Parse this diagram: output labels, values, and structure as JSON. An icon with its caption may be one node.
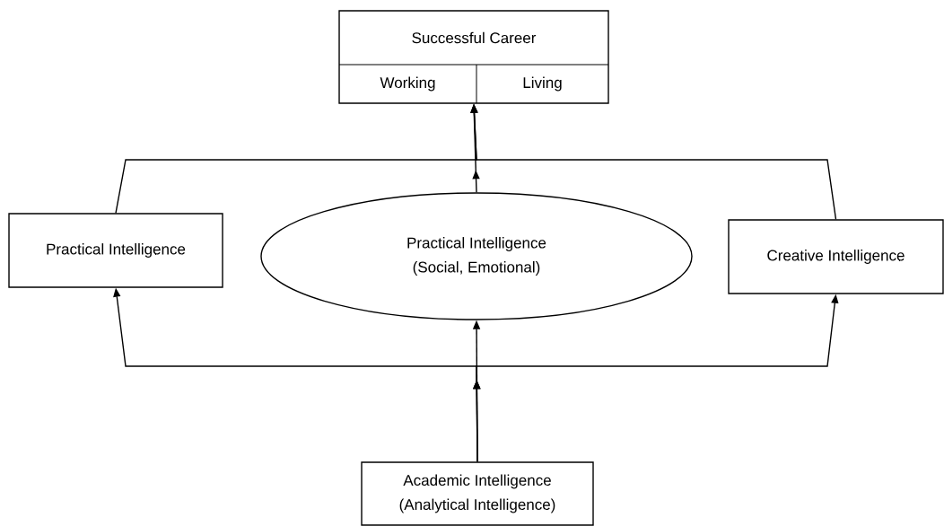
{
  "diagram": {
    "nodes": [
      {
        "text": [
          "Successful Career",
          "Working",
          "Living"
        ]
      },
      {
        "text": [
          "Practical Intelligence"
        ]
      },
      {
        "text": [
          "Practical Intelligence",
          "(Social, Emotional)"
        ]
      },
      {
        "text": [
          "Creative Intelligence"
        ]
      },
      {
        "text": [
          "Academic Intelligence",
          "(Analytical Intelligence)"
        ]
      }
    ],
    "edges": [
      {
        "from": 4,
        "to": 1,
        "arrow": "to"
      },
      {
        "from": 4,
        "to": 2,
        "arrow": "to"
      },
      {
        "from": 4,
        "to": 3,
        "arrow": "to"
      },
      {
        "from": 1,
        "to": 0,
        "arrow": "to"
      },
      {
        "from": 2,
        "to": 0,
        "arrow": "to"
      },
      {
        "from": 3,
        "to": 0,
        "arrow": "to"
      }
    ]
  }
}
